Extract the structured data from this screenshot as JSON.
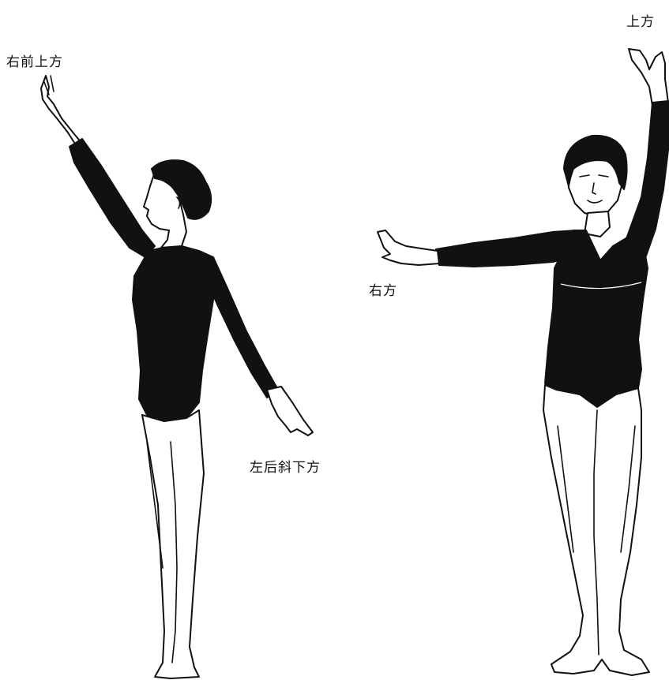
{
  "labels": {
    "right_front_up": "右前上方",
    "up": "上方",
    "right": "右方",
    "left_back_down": "左后斜下方"
  },
  "colors": {
    "ink": "#111111",
    "background": "#ffffff"
  }
}
